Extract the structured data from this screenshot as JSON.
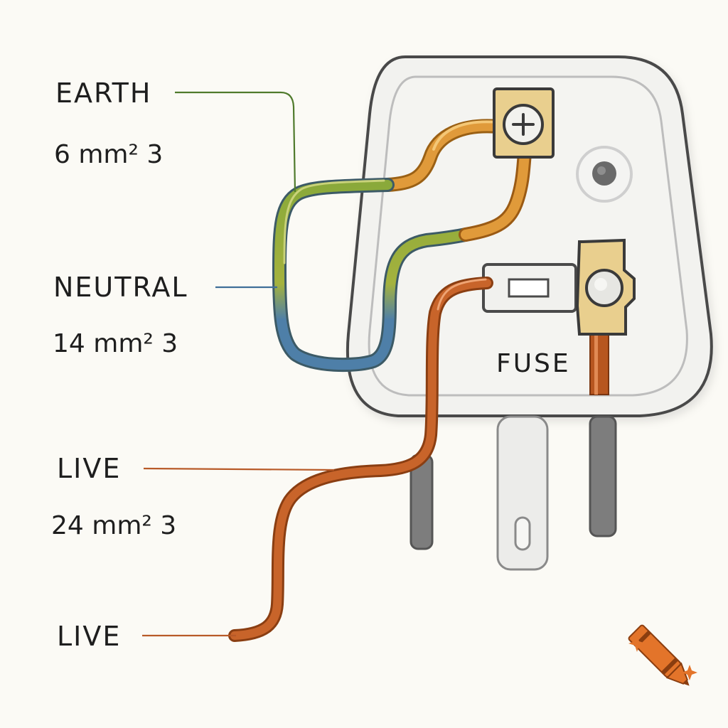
{
  "labels": {
    "earth": "EARTH",
    "earth_size": "6 mm² 3",
    "neutral": "NEUTRAL",
    "neutral_size": "14 mm² 3",
    "live_upper": "LIVE",
    "live_upper_size": "24 mm² 3",
    "live_lower": "LIVE",
    "fuse": "FUSE"
  },
  "colors": {
    "earth_wire": "#7fa33a",
    "neutral_wire": "#4e7fa8",
    "live_wire": "#c8642a",
    "earth_terminal_wire": "#e09a3a",
    "terminal_brass": "#e9cf8e",
    "background": "#fbfaf5"
  },
  "icons": {
    "logo": "crayon-logo-icon"
  }
}
